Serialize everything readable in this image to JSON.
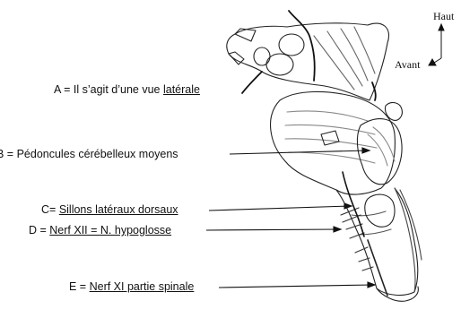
{
  "orientation": {
    "up_label": "Haut",
    "front_label": "Avant"
  },
  "annotations": [
    {
      "id": "A",
      "prefix": "A = Il s’agit d’une vue ",
      "highlight": "latérale",
      "suffix": ""
    },
    {
      "id": "B",
      "prefix": "B = Pédoncules cérébelleux moyens",
      "highlight": "",
      "suffix": ""
    },
    {
      "id": "C",
      "prefix": "C= ",
      "highlight": "Sillons latéraux dorsaux",
      "suffix": ""
    },
    {
      "id": "D",
      "prefix": "D = ",
      "highlight": "Nerf XII = N. hypoglosse",
      "suffix": ""
    },
    {
      "id": "E",
      "prefix": "E = ",
      "highlight": "Nerf XI partie spinale",
      "suffix": ""
    }
  ]
}
